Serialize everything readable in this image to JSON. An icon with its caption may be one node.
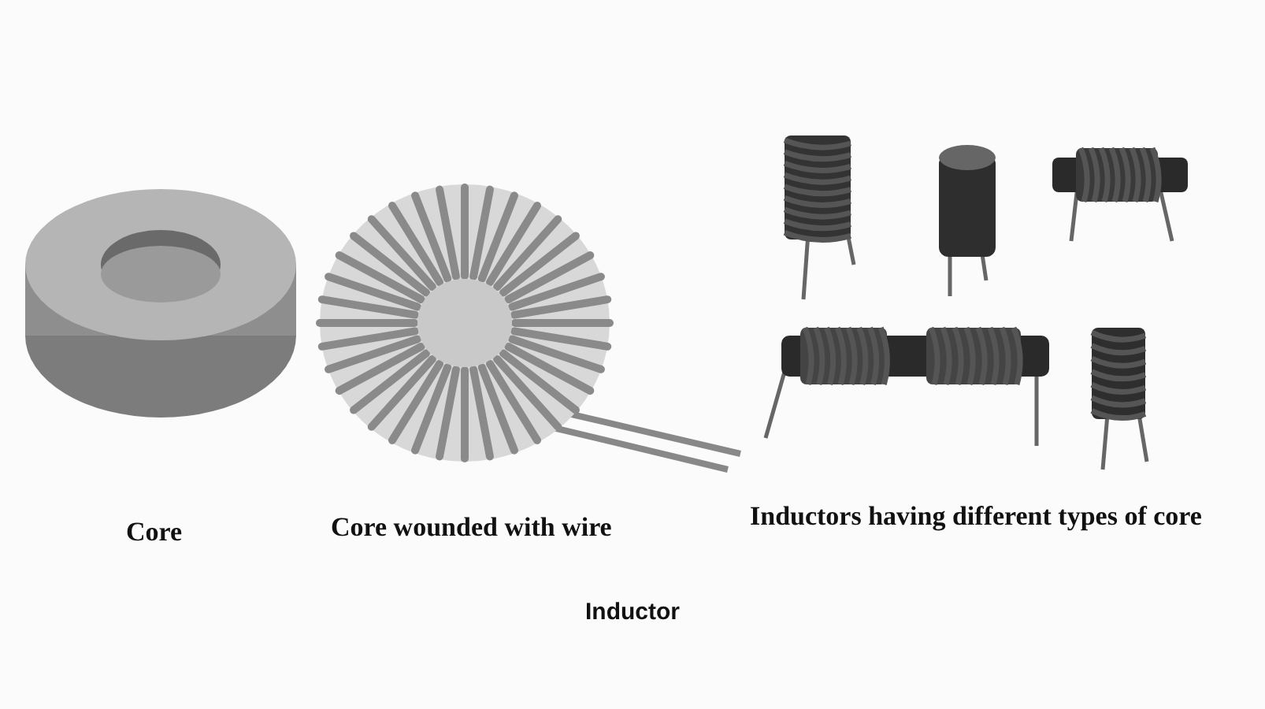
{
  "diagram": {
    "caption": "Inductor",
    "labels": [
      "Core",
      "Core wounded with wire",
      "Inductors having different types of core"
    ]
  }
}
